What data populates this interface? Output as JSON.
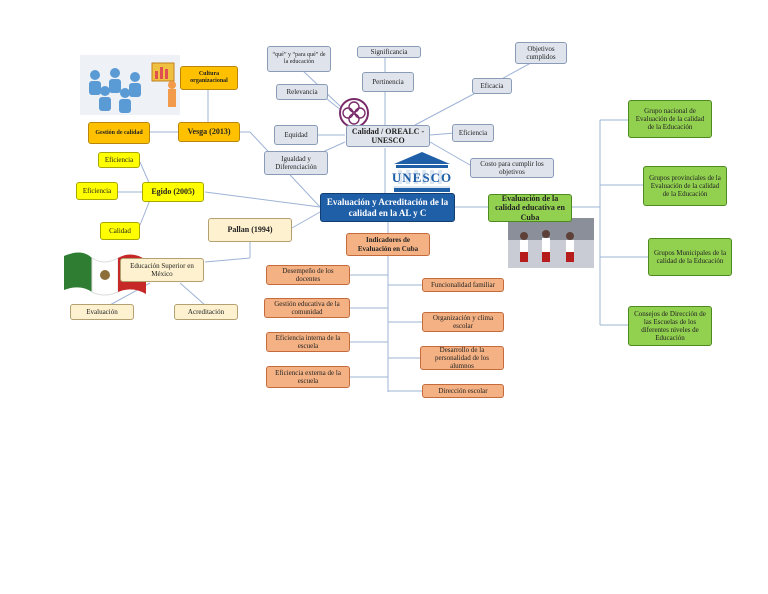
{
  "center": "Evaluación y Acreditación de la calidad en la AL y C",
  "unesco_logo_text": "UNESCO",
  "calidad": {
    "title": "Calidad / OREALC - UNESCO",
    "items": [
      "“qué” y “para qué” de la educación",
      "Significancia",
      "Objetivos cumplidos",
      "Pertinencia",
      "Relevancia",
      "Eficacia",
      "Equidad",
      "Eficiencia",
      "Igualdad y Diferenciación",
      "Costo para cumplir los objetivos"
    ]
  },
  "vesga": {
    "title": "Vesga (2013)",
    "items": [
      "Cultura organizacional",
      "Gestión de calidad"
    ]
  },
  "egido": {
    "title": "Egido (2005)",
    "items": [
      "Eficiencia",
      "Eficiencia",
      "Calidad"
    ]
  },
  "pallan": {
    "title": "Pallan (1994)",
    "child": "Educación Superior en México",
    "items": [
      "Evaluación",
      "Acreditación"
    ]
  },
  "indicadores": {
    "title": "Indicadores de Evaluación en Cuba",
    "left": [
      "Desempeño de los docentes",
      "Gestión educativa de la comunidad",
      "Eficiencia interna de la escuela",
      "Eficiencia externa de la escuela"
    ],
    "right": [
      "Funcionalidad familiar",
      "Organización y clima escolar",
      "Desarrollo de la personalidad de los alumnos",
      "Dirección escolar"
    ]
  },
  "cuba": {
    "title": "Evaluación de la calidad educativa en Cuba",
    "items": [
      "Grupo nacional de Evaluación de la calidad de la Educación",
      "Grupos provinciales de la Evaluación de la calidad de la Educación",
      "Grupos Municipales de la calidad de la Educación",
      "Consejos de Dirección de las Escuelas de los diferentes niveles de Educación"
    ]
  },
  "colors": {
    "center": "#1f5fa8",
    "grey": "#dfe4ec",
    "orange": "#f4b183",
    "yellow": "#ffff00",
    "gold": "#ffc000",
    "green": "#92d050",
    "cream": "#fdf1cf"
  }
}
